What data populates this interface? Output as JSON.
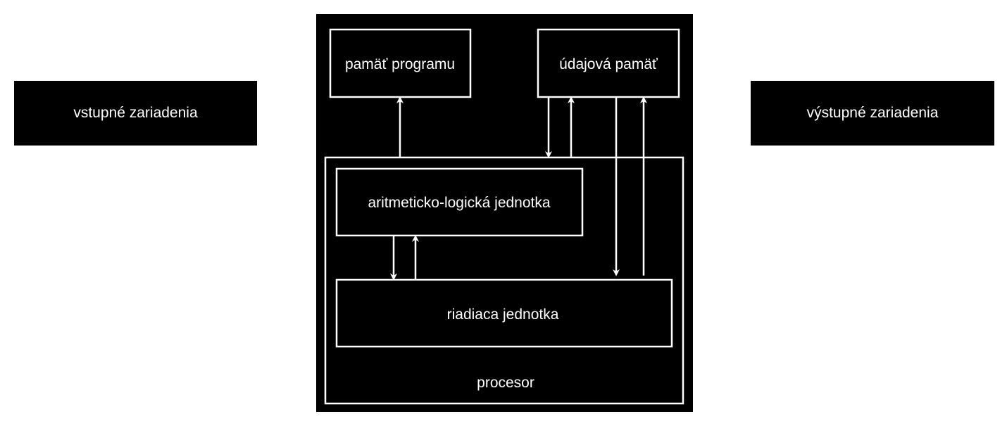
{
  "nodes": {
    "input_devices": "vstupné zariadenia",
    "output_devices": "výstupné zariadenia",
    "program_memory": "pamäť programu",
    "data_memory": "údajová pamäť",
    "alu": "aritmeticko-logická jednotka",
    "control_unit": "riadiaca jednotka",
    "processor": "procesor"
  },
  "colors": {
    "background": "#ffffff",
    "panel": "#000000",
    "stroke": "#ffffff",
    "text": "#ffffff"
  }
}
